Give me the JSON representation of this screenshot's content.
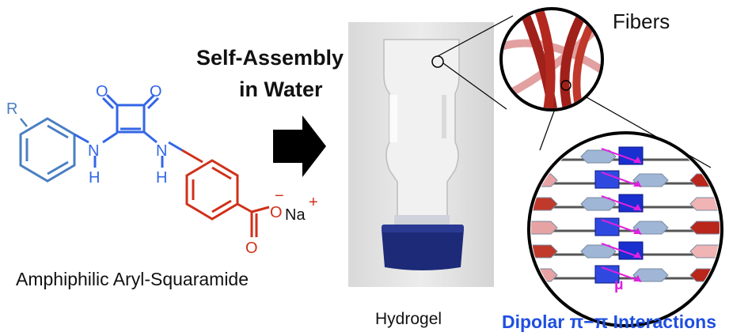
{
  "caption_molecule": "Amphiphilic Aryl-Squaramide",
  "caption_process_line1": "Self-Assembly",
  "caption_process_line2": "in Water",
  "caption_vial": "Hydrogel",
  "caption_fibers": "Fibers",
  "caption_interactions": "Dipolar π−π Interactions",
  "dipole_symbol": "μ",
  "atoms": {
    "r_group": "R",
    "oxygen_1": "O",
    "oxygen_2": "O",
    "nitrogen_1": "N",
    "hydrogen_1": "H",
    "nitrogen_2": "N",
    "hydrogen_2": "H",
    "oxygen_3": "O",
    "oxygen_4": "O",
    "counter_ion": "Na",
    "minus": "−",
    "plus": "+"
  },
  "colors": {
    "aryl_blue": "#4a7fc1",
    "core_blue": "#3366e6",
    "carboxylate_red": "#d0301a",
    "fiber_red": "#a0201a",
    "interaction_blue": "#1f4fe0",
    "dipole_magenta": "#e020e0",
    "cap_navy": "#1c2a78",
    "arrow_black": "#000000"
  }
}
